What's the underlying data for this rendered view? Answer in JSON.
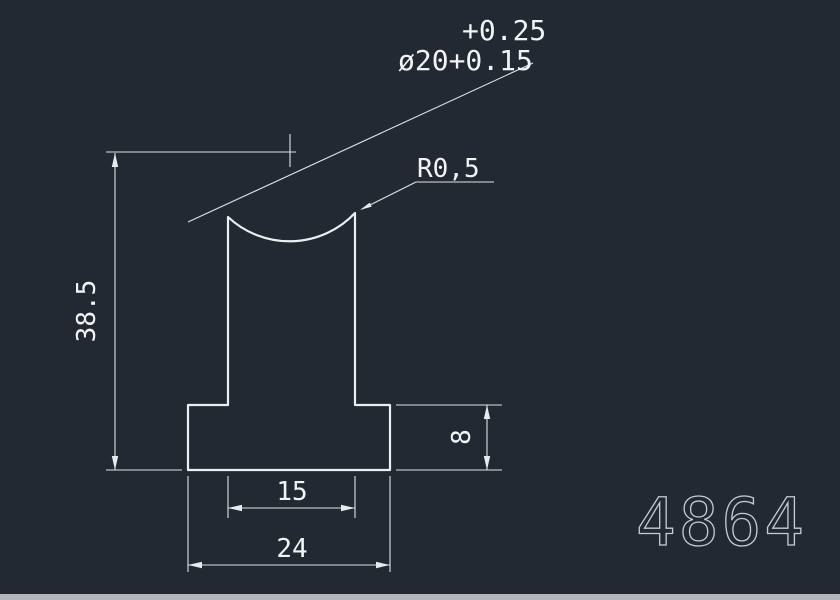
{
  "app": {
    "background_color": "#222933",
    "line_color": "#eceff2",
    "text_color": "#f2f4f6",
    "bottom_bar_color": "#b2b5ba"
  },
  "drawing": {
    "labels": {
      "tolerance_upper": "+0.25",
      "diameter_dim": "ø20+0.15",
      "radius_dim": "R0,5",
      "total_height_dim": "38.5",
      "flange_height_dim": "8",
      "stem_width_dim": "15",
      "flange_width_dim": "24",
      "part_number": "4864"
    }
  }
}
